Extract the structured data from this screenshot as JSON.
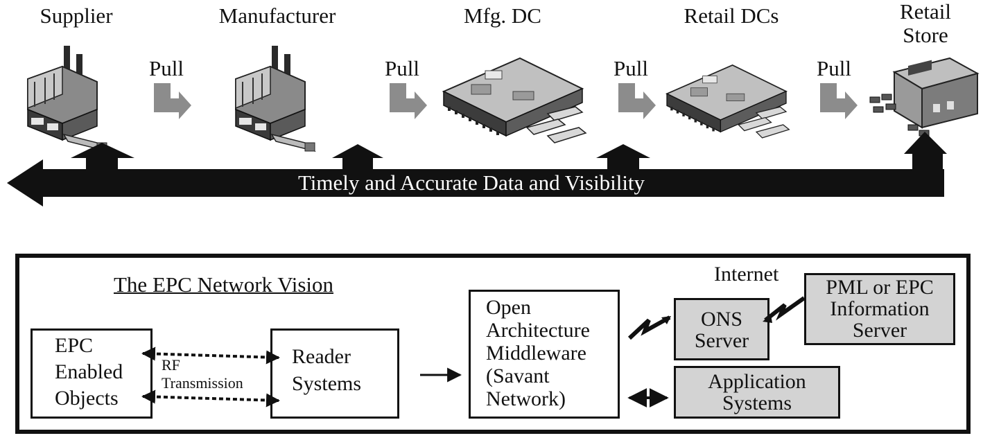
{
  "supply_chain": {
    "stages": [
      "Supplier",
      "Manufacturer",
      "Mfg. DC",
      "Retail DCs",
      "Retail Store"
    ],
    "retail_store_lines": [
      "Retail",
      "Store"
    ],
    "pull_label": "Pull",
    "banner": "Timely and Accurate Data and Visibility"
  },
  "epc": {
    "title": "The EPC Network Vision",
    "epc_objects": "EPC Enabled Objects",
    "epc_objects_lines": [
      "EPC",
      "Enabled",
      "Objects"
    ],
    "rf_lines": [
      "RF",
      "Transmission"
    ],
    "reader_lines": [
      "Reader",
      "Systems"
    ],
    "middleware_lines": [
      "Open",
      "Architecture",
      "Middleware",
      "(Savant",
      "Network)"
    ],
    "internet": "Internet",
    "ons_lines": [
      "ONS",
      "Server"
    ],
    "pml_lines": [
      "PML or EPC",
      "Information",
      "Server"
    ],
    "app_lines": [
      "Application",
      "Systems"
    ]
  },
  "colors": {
    "arrow_dark": "#111111",
    "pull_gray": "#8c8c8c",
    "box_gray": "#d3d3d3"
  },
  "icons": [
    "factory-icon",
    "distribution-center-icon",
    "retail-store-icon"
  ]
}
